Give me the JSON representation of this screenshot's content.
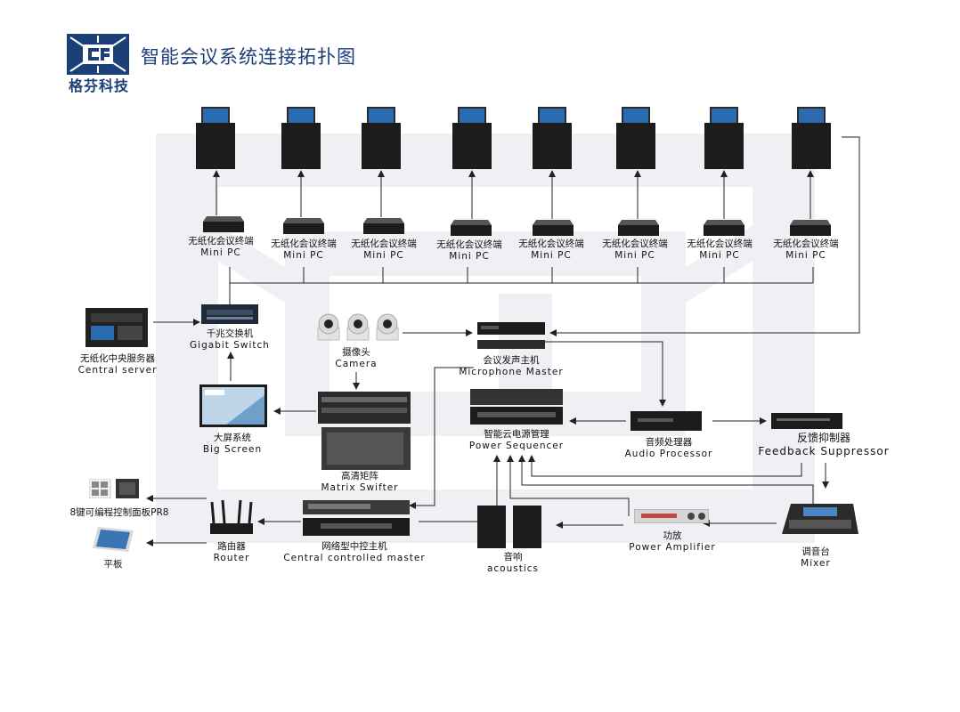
{
  "header": {
    "logo_text": "格芬科技",
    "title": "智能会议系统连接拓扑图"
  },
  "terminals": [
    {
      "cn": "无纸化会议终端",
      "en": "Mini PC"
    },
    {
      "cn": "无纸化会议终端",
      "en": "Mini PC"
    },
    {
      "cn": "无纸化会议终端",
      "en": "Mini PC"
    },
    {
      "cn": "无纸化会议终端",
      "en": "Mini PC"
    },
    {
      "cn": "无纸化会议终端",
      "en": "Mini PC"
    },
    {
      "cn": "无纸化会议终端",
      "en": "Mini PC"
    },
    {
      "cn": "无纸化会议终端",
      "en": "Mini PC"
    },
    {
      "cn": "无纸化会议终端",
      "en": "Mini PC"
    }
  ],
  "devices": {
    "central_server": {
      "cn": "无纸化中央服务器",
      "en": "Central server"
    },
    "gigabit_switch": {
      "cn": "千兆交换机",
      "en": "Gigabit Switch"
    },
    "camera": {
      "cn": "摄像头",
      "en": "Camera"
    },
    "microphone_master": {
      "cn": "会议发声主机",
      "en": "Microphone Master"
    },
    "big_screen": {
      "cn": "大屏系统",
      "en": "Big Screen"
    },
    "matrix_swifter": {
      "cn": "高清矩阵",
      "en": "Matrix Swifter"
    },
    "power_sequencer": {
      "cn": "智能云电源管理",
      "en": "Power Sequencer"
    },
    "audio_processor": {
      "cn": "音频处理器",
      "en": "Audio Processor"
    },
    "feedback_suppressor": {
      "cn": "反馈抑制器",
      "en": "Feedback Suppressor"
    },
    "control_panel": {
      "cn": "8键可编程控制面板PR8"
    },
    "tablet": {
      "cn": "平板"
    },
    "router": {
      "cn": "路由器",
      "en": "Router"
    },
    "central_master": {
      "cn": "网络型中控主机",
      "en": "Central controlled master"
    },
    "acoustics": {
      "cn": "音响",
      "en": "acoustics"
    },
    "power_amplifier": {
      "cn": "功放",
      "en": "Power Amplifier"
    },
    "mixer": {
      "cn": "调音台",
      "en": "Mixer"
    }
  },
  "colors": {
    "brand": "#1d3f78",
    "line": "#222222",
    "device_dark": "#1c1c1c",
    "watermark": "#eef0f3"
  }
}
